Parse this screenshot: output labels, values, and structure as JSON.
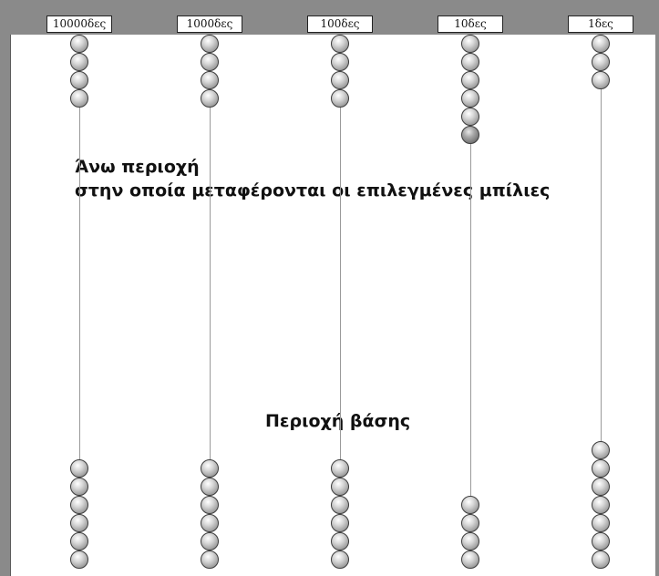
{
  "columns": [
    {
      "label": "10000δες",
      "upper_beads": 4,
      "lower_beads": 6
    },
    {
      "label": "1000δες",
      "upper_beads": 4,
      "lower_beads": 6
    },
    {
      "label": "100δες",
      "upper_beads": 4,
      "lower_beads": 6
    },
    {
      "label": "10δες",
      "upper_beads": 6,
      "lower_beads": 4
    },
    {
      "label": "1δες",
      "upper_beads": 3,
      "lower_beads": 7
    }
  ],
  "annotations": {
    "upper_area_title": "Άνω περιοχή",
    "upper_area_desc": "στην οποία μεταφέρονται οι επιλεγμένες μπίλιες",
    "base_area": "Περιοχή βάσης"
  },
  "colors": {
    "frame": "#8a8a8a",
    "board": "#ffffff",
    "rod": "#9a9a9a",
    "bead": "#c8c8c8"
  }
}
